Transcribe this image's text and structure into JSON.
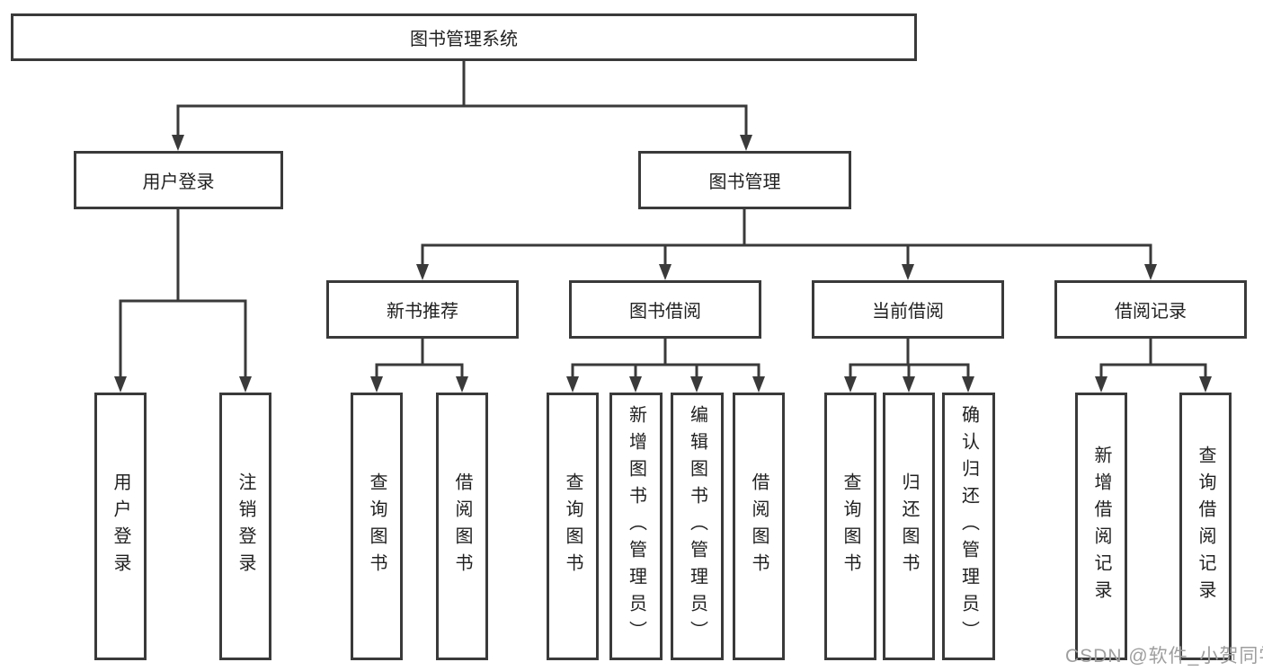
{
  "root_label": "图书管理系统",
  "branches": {
    "user_login": {
      "label": "用户登录",
      "leaves": [
        "用户登录",
        "注销登录"
      ]
    },
    "book_mgmt": {
      "label": "图书管理"
    }
  },
  "modules": [
    {
      "label": "新书推荐",
      "leaves": [
        "查询图书",
        "借阅图书"
      ]
    },
    {
      "label": "图书借阅",
      "leaves": [
        "查询图书",
        "新增图书（管理员）",
        "编辑图书（管理员）",
        "借阅图书"
      ]
    },
    {
      "label": "当前借阅",
      "leaves": [
        "查询图书",
        "归还图书",
        "确认归还（管理员）"
      ]
    },
    {
      "label": "借阅记录",
      "leaves": [
        "新增借阅记录",
        "查询借阅记录"
      ]
    }
  ],
  "watermark": "CSDN @软件_小贺同学",
  "colors": {
    "line": "#3a3a3a",
    "text": "#212121",
    "watermark": "#9e9e9e",
    "background": "#ffffff"
  }
}
